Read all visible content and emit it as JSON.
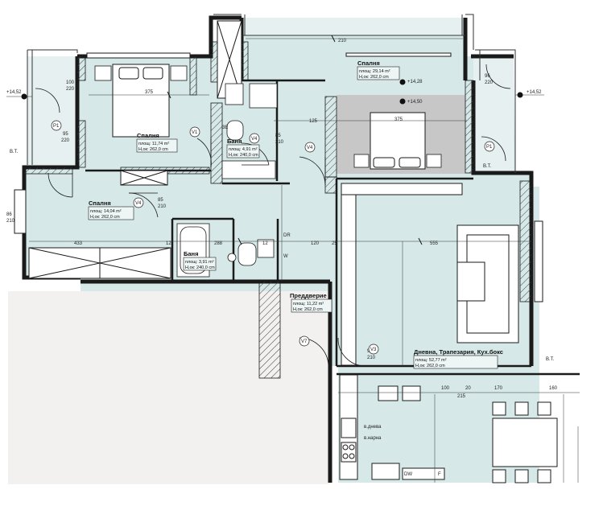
{
  "colors": {
    "floor": "#d6e9e8",
    "wall": "#1a1a1a",
    "dim_line": "#333333",
    "blank_area": "#f3f1f0",
    "terrace": "#eef4f4"
  },
  "rooms": [
    {
      "id": "bedroom-1",
      "name": "Спалня",
      "area": "площ: 11,74 m²",
      "height": "Н,ок: 262,0 cm"
    },
    {
      "id": "bedroom-2",
      "name": "Спалня",
      "area": "площ: 14,04 m²",
      "height": "Н,ок: 262,0 cm"
    },
    {
      "id": "bedroom-3",
      "name": "Спалня",
      "area": "площ: 29,14 m²",
      "height": "Н,ок: 262,0 cm"
    },
    {
      "id": "bath-1",
      "name": "Баня",
      "area": "площ: 4,91 m²",
      "height": "Н,ок: 240,0 cm"
    },
    {
      "id": "bath-2",
      "name": "Баня",
      "area": "площ: 3,91 m²",
      "height": "Н,ок: 240,0 cm"
    },
    {
      "id": "hall",
      "name": "Преддверие",
      "area": "площ: 11,22 m²",
      "height": "Н,ок: 262,0 cm"
    },
    {
      "id": "living",
      "name": "Дневна, Трапезария, Кух.бокс",
      "area": "площ: 52,77 m²",
      "height": "Н,ок: 262,0 cm"
    }
  ],
  "levels": [
    "+14,52",
    "+14,52",
    "+14,28",
    "+14,50"
  ],
  "dimensions": [
    "210",
    "375",
    "375",
    "125",
    "85",
    "210",
    "85",
    "210",
    "433",
    "12",
    "288",
    "12",
    "120",
    "25",
    "555",
    "100",
    "20",
    "170",
    "160",
    "215",
    "95",
    "210",
    "95",
    "220",
    "96",
    "220",
    "100",
    "220",
    "86",
    "210"
  ],
  "door_tags": [
    "V1",
    "V4",
    "V4",
    "V4",
    "V7",
    "V3",
    "P1",
    "P1"
  ],
  "appliance_labels": [
    "в.днева",
    "в.нарна",
    "DW",
    "F"
  ],
  "misc_labels": [
    "B.T.",
    "B.T.",
    "B.T.",
    "W",
    "DR",
    "3E"
  ]
}
